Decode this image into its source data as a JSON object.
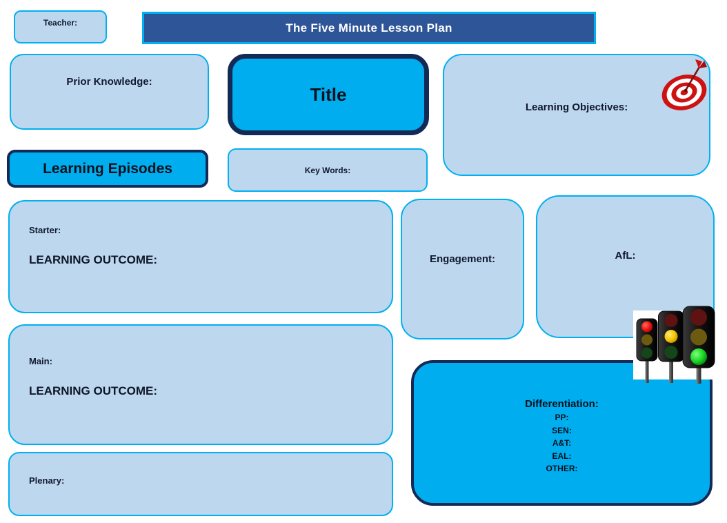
{
  "header": {
    "teacher_label": "Teacher:",
    "title": "The Five Minute Lesson Plan"
  },
  "sections": {
    "prior_knowledge": {
      "label": "Prior Knowledge:"
    },
    "title_box": {
      "label": "Title"
    },
    "learning_objectives": {
      "label": "Learning Objectives:"
    },
    "learning_episodes": {
      "label": "Learning Episodes"
    },
    "key_words": {
      "label": "Key Words:"
    },
    "starter": {
      "label": "Starter:",
      "outcome_label": "LEARNING OUTCOME:"
    },
    "engagement": {
      "label": "Engagement:"
    },
    "afl": {
      "label": "AfL:"
    },
    "main": {
      "label": "Main:",
      "outcome_label": "LEARNING OUTCOME:"
    },
    "plenary": {
      "label": "Plenary:"
    },
    "differentiation": {
      "label": "Differentiation:",
      "items": [
        "PP:",
        "SEN:",
        "A&T:",
        "EAL:",
        "OTHER:"
      ]
    }
  },
  "icons": {
    "target": "bullseye-target-with-dart",
    "traffic_lights": "three-traffic-lights-red-amber-green"
  },
  "colors": {
    "light_box_fill": "#BDD7EE",
    "cyan_fill": "#00AEEF",
    "cyan_border": "#00B0F0",
    "navy_border": "#132A56",
    "title_bar_fill": "#2E5597",
    "title_bar_text": "#FFFFFF",
    "label_text": "#10192E"
  }
}
